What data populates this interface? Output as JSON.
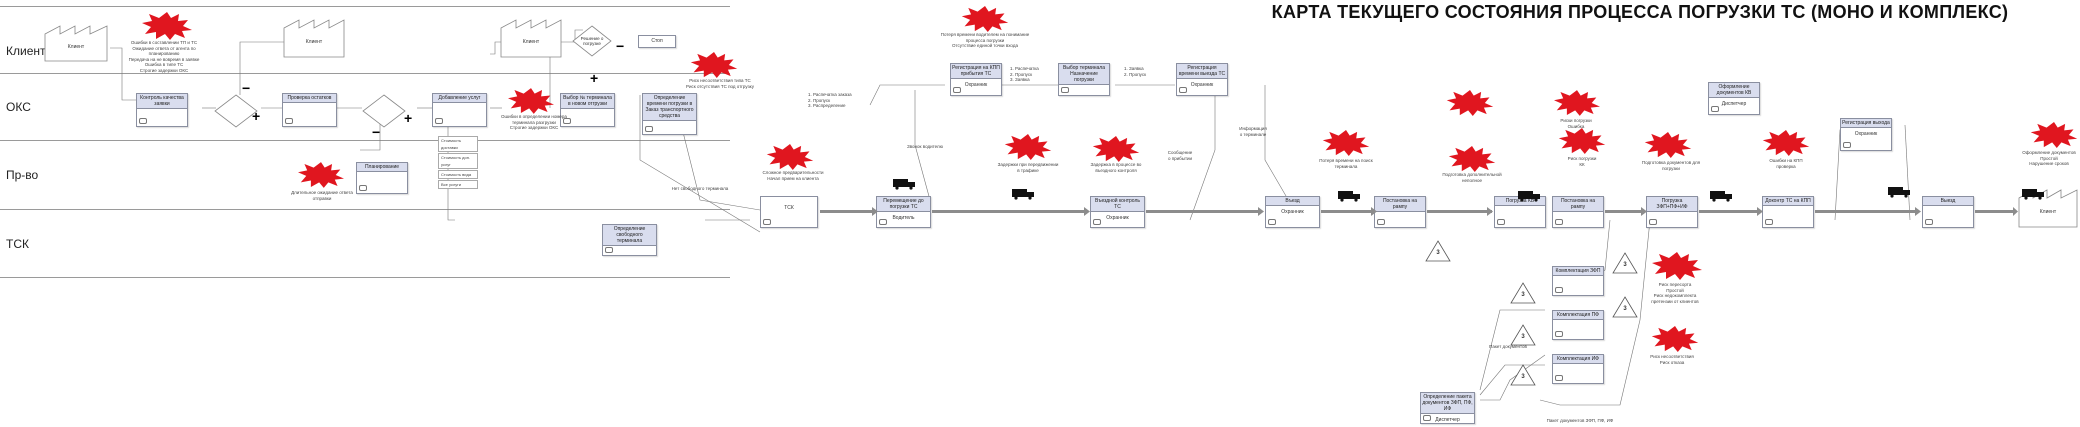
{
  "title": "КАРТА ТЕКУЩЕГО СОСТОЯНИЯ ПРОЦЕССА ПОГРУЗКИ ТС (МОНО И КОМПЛЕКС)",
  "lanes": [
    "Клиент",
    "ОКС",
    "Пр-во",
    "ТСК"
  ],
  "clients": [
    "Клиент",
    "Клиент",
    "Клиент",
    "Клиент"
  ],
  "stop_label": "Стоп",
  "decision_label": "Решение о погрузке",
  "signs": {
    "minus": "−",
    "plus": "+"
  },
  "left_boxes": {
    "kontrol": "Контроль качества заявки",
    "proverka": "Проверка остатков",
    "dobavlenie": "Добавление услуг",
    "vybor_ns": "Выбор № терминала в новом отгрузки",
    "opredelenie_vremeni": "Определение времени погрузки в Заказ транспортного средства",
    "planirovanie": "Планирование",
    "opredelenie_svobodnogo": "Определение свободного терминала"
  },
  "sub_labels": {
    "okhrana": "Охранник",
    "voditel": "Водитель",
    "dispatcher": "Диспетчер"
  },
  "right_boxes": {
    "registraciya_kpp": "Регистрация на КПП прибытия ТС",
    "vybor_terminala": "Выбор терминала Назначение погрузки",
    "registraciya_vyezda": "Регистрация времени выезда ТС",
    "oformlenie": "Оформление документов КВ",
    "registraciya_vyhoda": "Регистрация выхода",
    "peremeshenie": "Перемещение до погрузки ТС",
    "vezdnoy": "Въездной контроль ТС",
    "vyezd": "Въезд",
    "postanovka_rampa": "Постановка на рампу",
    "pogruzka_kv": "Погрузка КВ",
    "postanovka_rampa2": "Постановка на рампу",
    "pogruzka_zfp": "Погрузка ЗФП+ПФ+ИФ",
    "dokontrol": "Доконтр ТС на КПП",
    "vyezd_final": "Выезд",
    "tsk": "ТСК",
    "komplektaciya_zfp": "Комплектация ЗФП",
    "komplektaciya_pf": "Комплектация ПФ",
    "komplektaciya_if": "Комплектация ИФ",
    "opredelenie_paketa": "Определение пакета документов ЗФП, ПФ, ИФ"
  },
  "notes": {
    "n1": "Ошибки в составлении ТП и ТС\nОжидание ответа от агента по планированию\nПередача на не вовремя в заявке\nОшибка в типе ТС\nСтрогие задержки ОКС",
    "n2": "Ошибки в определении номера терминала разгрузки\nСтрогие задержки ОКС",
    "n3": "Длительное ожидание ответа отправки",
    "n4": "Риск несоответствия типа ТС\nРиск отсутствия ТС под отгрузку",
    "n5": "Сложное предварительности\nНачал прием на клиента",
    "n6": "Потеря времени водителем на понимание процесса погрузки\nОтсутствие единой точки входа",
    "n7": "Задержки при передвижении\nв трафике",
    "n8": "Задержка в процессе во въездного контроля",
    "n9": "Потеря времени на поиск терминала",
    "n10": "Подготовка дополнительной\nнеполное",
    "n11": "Риски погрузки\nОшибка",
    "n12": "Риск погрузки\nКК",
    "n13": "Подготовка документов для погрузки",
    "n14": "Ошибки на КПП\nпроверка",
    "n15": "Оформление документов\nПростой\nНарушение сроков",
    "n16": "Риск пересорта\nПростой\nРиск недокомплекта\nпретензии от клиентов",
    "n17": "Риск несоответствия\nРиск отказа"
  },
  "flow_notes": {
    "f1": "1. Распечатка заказа\n2. Пропуск\n3. Распределение",
    "f2": "1. Распечатка\n2. Пропуск\n3. Заявка",
    "f3": "1. Заявка\n2. Пропуск",
    "f4": "Информация\nо терминале",
    "f5": "Звонок водителю",
    "f6": "Сообщение\nо прибытии",
    "f7": "Нет свободного терминала",
    "f8": "Пакет документов",
    "f9": "Пакет документов ЗФП, ПФ, ИФ"
  },
  "small_list": [
    "Стоимость доставки",
    "Стоимость доп. услуг",
    "Стоимость вида",
    "Все услуги"
  ],
  "triangles": [
    "3",
    "3",
    "3",
    "3",
    "3",
    "3"
  ],
  "colors": {
    "burst": "#e0161f",
    "box_header": "#d9ddee",
    "border": "#8a8fa0",
    "push_arrow": "#8c8c8c"
  }
}
